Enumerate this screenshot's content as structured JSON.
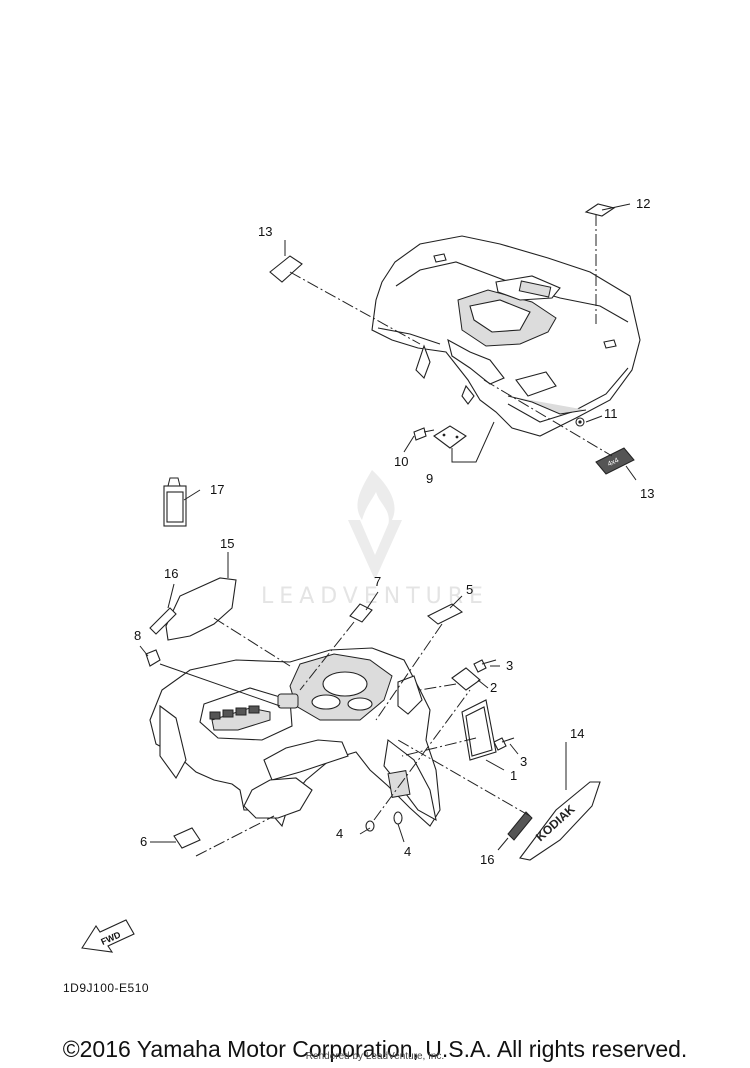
{
  "watermark": {
    "brand": "LEADVENTURE"
  },
  "callouts": {
    "c1": "1",
    "c2": "2",
    "c3a": "3",
    "c3b": "3",
    "c4a": "4",
    "c4b": "4",
    "c5": "5",
    "c6": "6",
    "c7": "7",
    "c8": "8",
    "c9": "9",
    "c10": "10",
    "c11": "11",
    "c12": "12",
    "c13a": "13",
    "c13b": "13",
    "c14": "14",
    "c15": "15",
    "c16a": "16",
    "c16b": "16",
    "c17": "17"
  },
  "decals": {
    "fwd_arrow": "FWD",
    "kodiak": "KODIAK",
    "badge": "4x4"
  },
  "diagram_code": "1D9J100-E510",
  "copyright": "©2016 Yamaha Motor Corporation, U.S.A. All rights reserved.",
  "rendered_by": "Rendered by LeadVenture, Inc."
}
